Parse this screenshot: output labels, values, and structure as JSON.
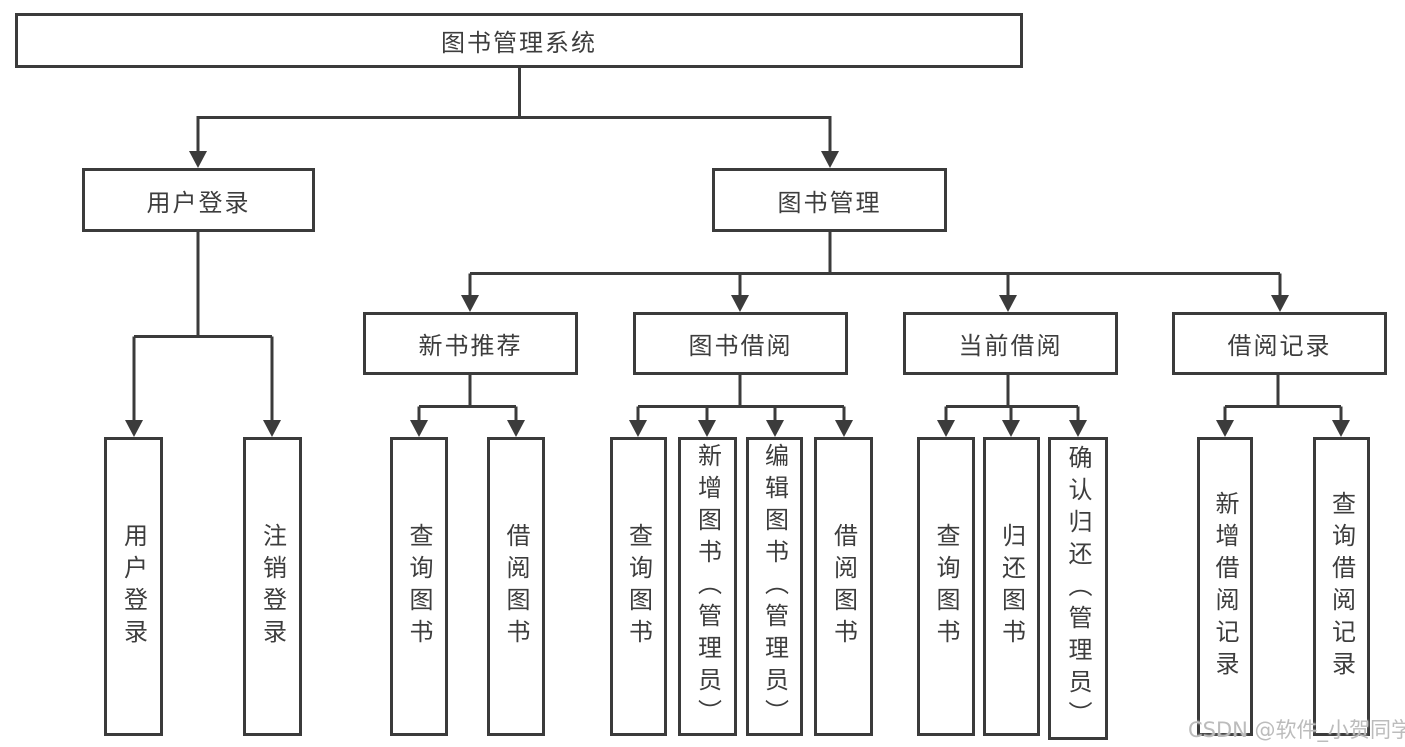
{
  "diagram": {
    "title_node": "图书管理系统",
    "level2": {
      "user_login": "用户登录",
      "book_mgmt": "图书管理"
    },
    "level3": {
      "new_book_rec": "新书推荐",
      "book_borrow": "图书借阅",
      "current_borrow": "当前借阅",
      "borrow_record": "借阅记录"
    },
    "leaves": {
      "user_login": [
        "用户登录",
        "注销登录"
      ],
      "new_book_rec": [
        "查询图书",
        "借阅图书"
      ],
      "book_borrow": [
        "查询图书",
        "新增图书（管理员）",
        "编辑图书（管理员）",
        "借阅图书"
      ],
      "current_borrow": [
        "查询图书",
        "归还图书",
        "确认归还（管理员）"
      ],
      "borrow_record": [
        "新增借阅记录",
        "查询借阅记录"
      ]
    }
  },
  "watermark": "CSDN @软件_小贺同学",
  "colors": {
    "line": "#3b3b3b",
    "text": "#3d3d3d",
    "watermark": "#bcbcbc",
    "background": "#ffffff"
  }
}
